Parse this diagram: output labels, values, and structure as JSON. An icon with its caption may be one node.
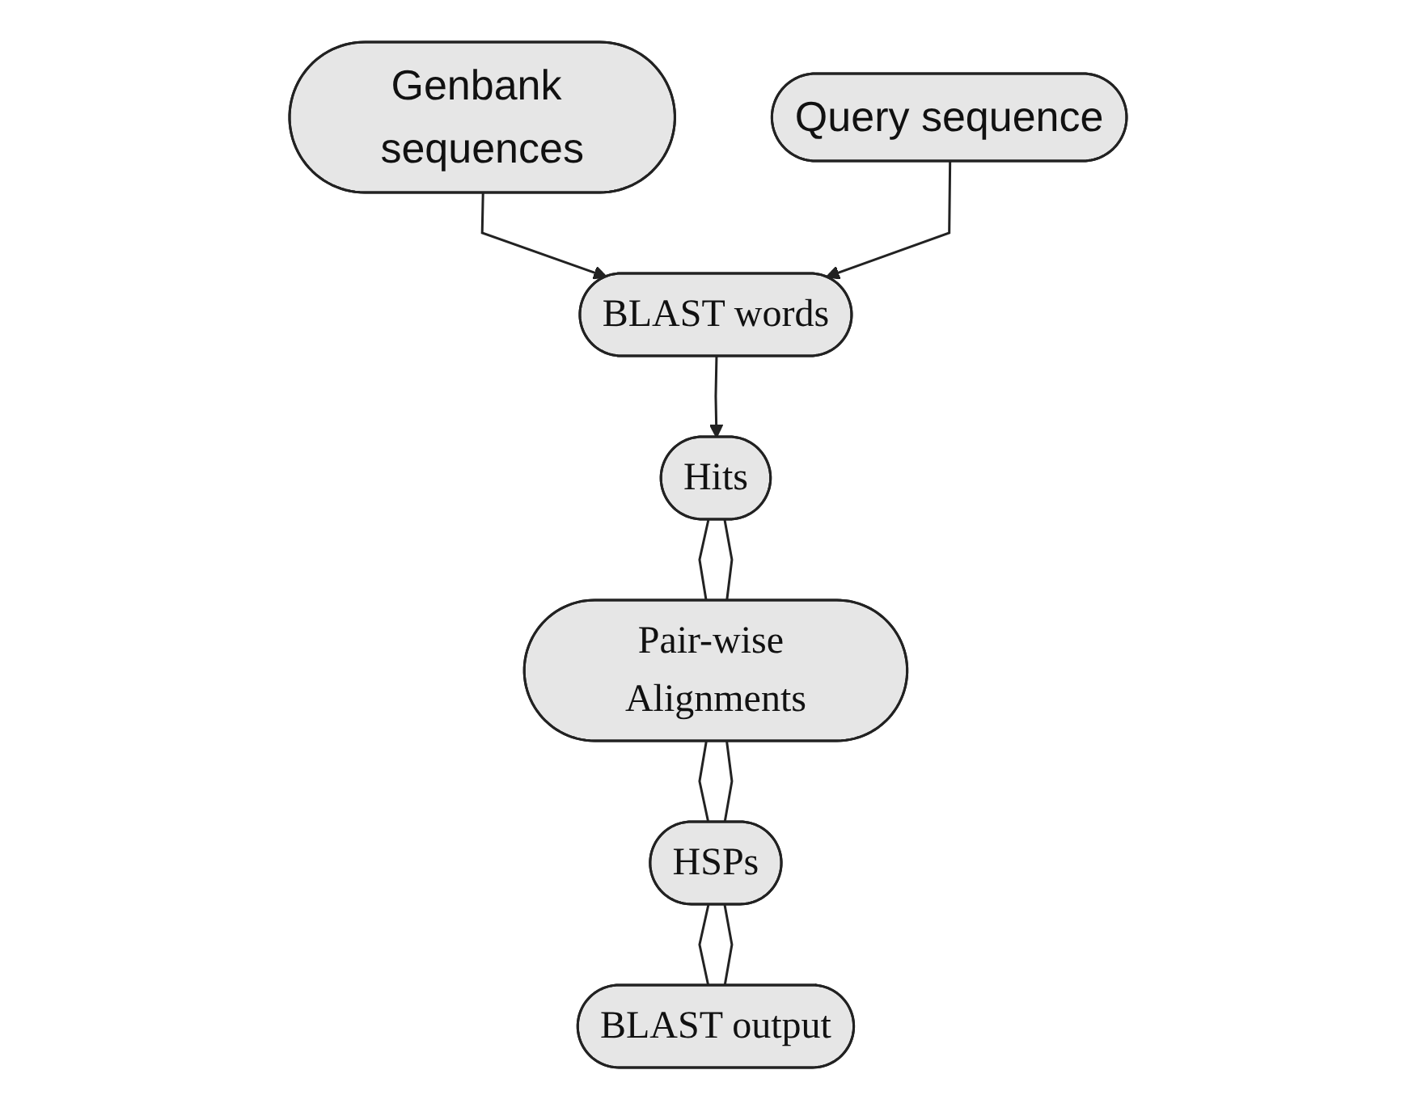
{
  "diagram": {
    "nodes": [
      {
        "text": [
          "Genbank sequences"
        ]
      },
      {
        "text": [
          "Query sequence"
        ]
      },
      {
        "text": [
          "BLAST words"
        ]
      },
      {
        "text": [
          "Hits"
        ]
      },
      {
        "text": [
          "Pair-wise Alignments"
        ]
      },
      {
        "text": [
          "HSPs"
        ]
      },
      {
        "text": [
          "BLAST output"
        ]
      }
    ],
    "edges": [
      {
        "from": 0,
        "to": 2,
        "arrow": "to"
      },
      {
        "from": 1,
        "to": 2,
        "arrow": "to"
      },
      {
        "from": 2,
        "to": 3,
        "arrow": "to"
      },
      {
        "from": 3,
        "to": 4,
        "arrow": "none"
      },
      {
        "from": 3,
        "to": 4,
        "arrow": "none"
      },
      {
        "from": 4,
        "to": 5,
        "arrow": "none"
      },
      {
        "from": 4,
        "to": 5,
        "arrow": "none"
      },
      {
        "from": 5,
        "to": 6,
        "arrow": "none"
      },
      {
        "from": 5,
        "to": 6,
        "arrow": "none"
      }
    ]
  }
}
